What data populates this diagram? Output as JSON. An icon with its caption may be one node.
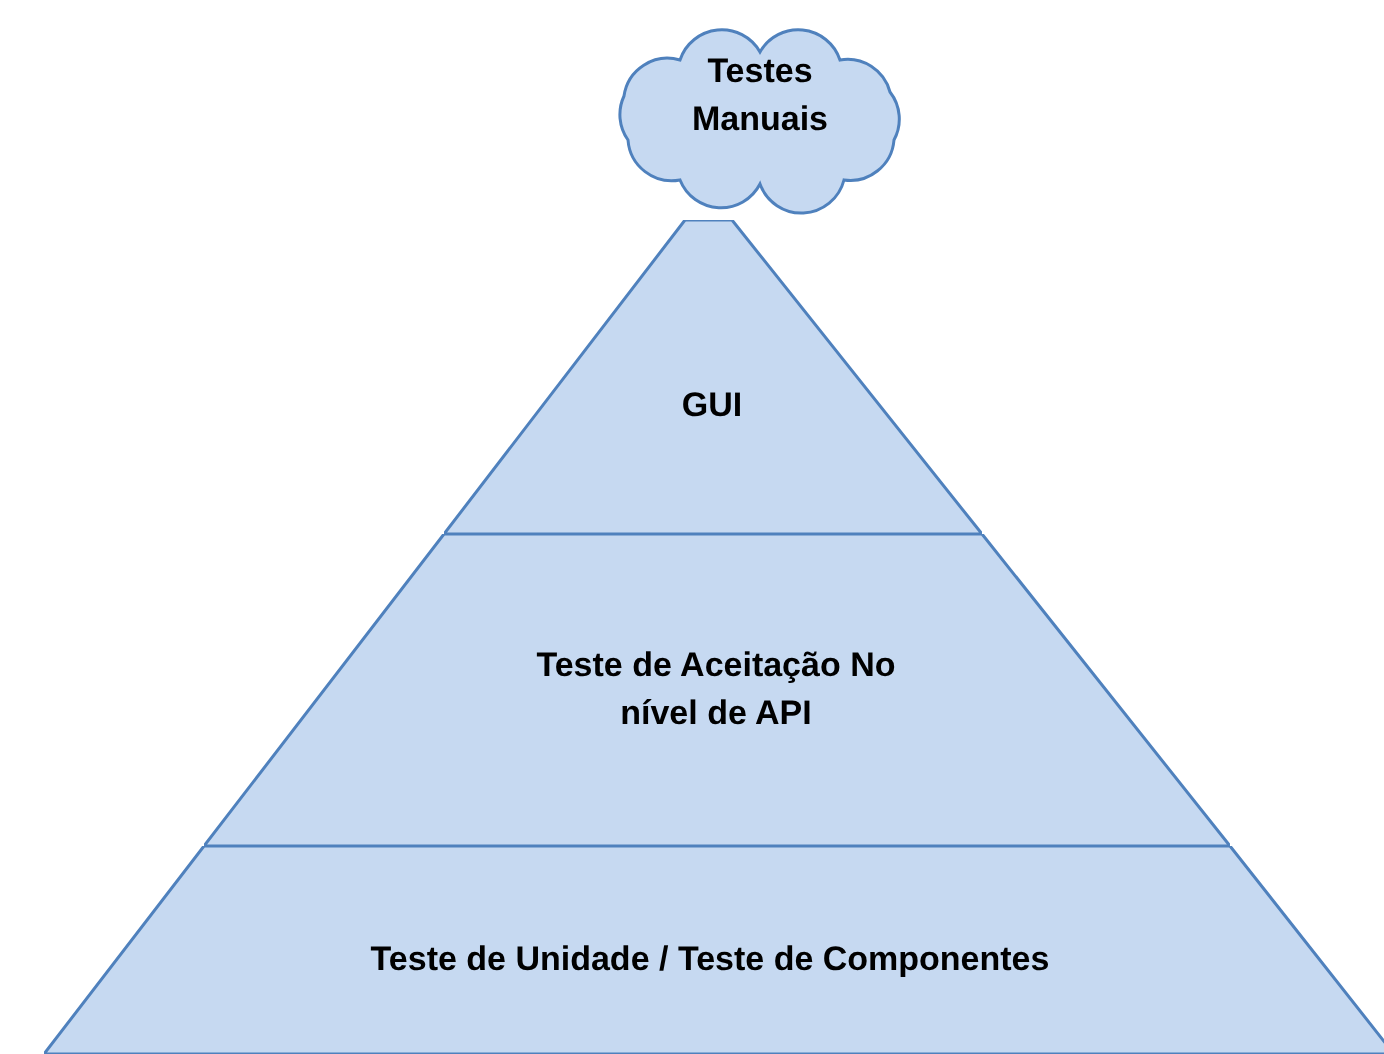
{
  "diagram": {
    "nodes": [
      {
        "text": [
          "Testes Manuais"
        ]
      },
      {
        "text": [
          "GUI"
        ]
      },
      {
        "text": [
          "Teste de Aceitação No nível de API"
        ]
      },
      {
        "text": [
          "Teste de Unidade / Teste de Componentes"
        ]
      }
    ]
  }
}
